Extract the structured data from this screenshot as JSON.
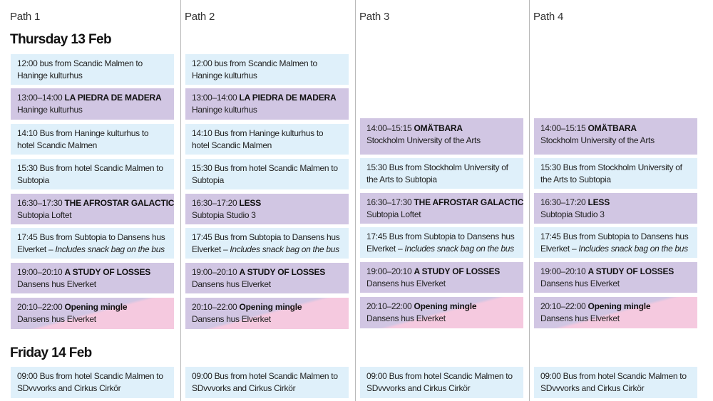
{
  "paths": [
    {
      "title": "Path 1"
    },
    {
      "title": "Path 2"
    },
    {
      "title": "Path 3"
    },
    {
      "title": "Path 4"
    }
  ],
  "days": {
    "thursday": "Thursday 13 Feb",
    "friday": "Friday 14 Feb"
  },
  "p1": {
    "b1": "12:00 bus from Scandic Malmen to Haninge kulturhus",
    "b2_time": "13:00–14:00 ",
    "b2_title": "LA PIEDRA DE MADERA",
    "b2_place": "Haninge kulturhus",
    "b3": "14:10 Bus from Haninge kulturhus to hotel Scandic Malmen",
    "b4": "15:30 Bus from hotel Scandic Malmen to Subtopia",
    "b5_time": "16:30–17:30 ",
    "b5_title": "THE AFROSTAR GALACTICA",
    "b5_place": "Subtopia Loftet",
    "b6_a": "17:45 Bus from Subtopia to Dansens hus Elverket – ",
    "b6_i": "Includes snack bag on the bus",
    "b7_time": "19:00–20:10 ",
    "b7_title": "A STUDY OF LOSSES",
    "b7_place": "Dansens hus Elverket",
    "b8_time": "20:10–22:00 ",
    "b8_title": "Opening mingle",
    "b8_place": "Dansens hus Elverket",
    "f1": "09:00 Bus from hotel Scandic Malmen to SDvvvorks and Cirkus Cirkör"
  },
  "p2": {
    "b1": "12:00 bus from Scandic Malmen to Haninge kulturhus",
    "b2_time": "13:00–14:00 ",
    "b2_title": "LA PIEDRA DE MADERA",
    "b2_place": "Haninge kulturhus",
    "b3": "14:10 Bus from Haninge kulturhus to hotel Scandic Malmen",
    "b4": "15:30 Bus from hotel Scandic Malmen to Subtopia",
    "b5_time": "16:30–17:20 ",
    "b5_title": "LESS",
    "b5_place": "Subtopia Studio 3",
    "b6_a": "17:45 Bus from Subtopia to Dansens hus Elverket – ",
    "b6_i": "Includes snack bag on the bus",
    "b7_time": "19:00–20:10 ",
    "b7_title": "A STUDY OF LOSSES",
    "b7_place": "Dansens hus Elverket",
    "b8_time": "20:10–22:00 ",
    "b8_title": "Opening mingle",
    "b8_place": "Dansens hus Elverket",
    "f1": "09:00 Bus from hotel Scandic Malmen to SDvvvorks and Cirkus Cirkör"
  },
  "p3": {
    "b1_time": "14:00–15:15 ",
    "b1_title": "OMÄTBARA",
    "b1_place": "Stockholm University of the Arts",
    "b2": "15:30 Bus from Stockholm University of the Arts to Subtopia",
    "b3_time": "16:30–17:30 ",
    "b3_title": "THE AFROSTAR GALACTICA",
    "b3_place": "Subtopia Loftet",
    "b4_a": "17:45 Bus from Subtopia to Dansens hus Elverket – ",
    "b4_i": "Includes snack bag on the bus",
    "b5_time": "19:00–20:10 ",
    "b5_title": "A STUDY OF LOSSES",
    "b5_place": "Dansens hus Elverket",
    "b6_time": "20:10–22:00 ",
    "b6_title": "Opening mingle",
    "b6_place": "Dansens hus Elverket",
    "f1": "09:00 Bus from hotel Scandic Malmen to SDvvvorks and Cirkus Cirkör"
  },
  "p4": {
    "b1_time": "14:00–15:15 ",
    "b1_title": "OMÄTBARA",
    "b1_place": "Stockholm University of the Arts",
    "b2": "15:30 Bus from Stockholm University of the Arts to Subtopia",
    "b3_time": "16:30–17:20 ",
    "b3_title": "LESS",
    "b3_place": "Subtopia Studio 3",
    "b4_a": "17:45 Bus from Subtopia to Dansens hus Elverket – ",
    "b4_i": "Includes snack bag on the bus",
    "b5_time": "19:00–20:10 ",
    "b5_title": "A STUDY OF LOSSES",
    "b5_place": "Dansens hus Elverket",
    "b6_time": "20:10–22:00 ",
    "b6_title": "Opening mingle",
    "b6_place": "Dansens hus Elverket",
    "f1": "09:00 Bus from hotel Scandic Malmen to SDvvvorks and Cirkus Cirkör"
  },
  "colors": {
    "bus": "#dff0fa",
    "performance": "#d1c6e3",
    "mingle_pink": "#f5c9df",
    "divider": "#b9b9b9"
  }
}
